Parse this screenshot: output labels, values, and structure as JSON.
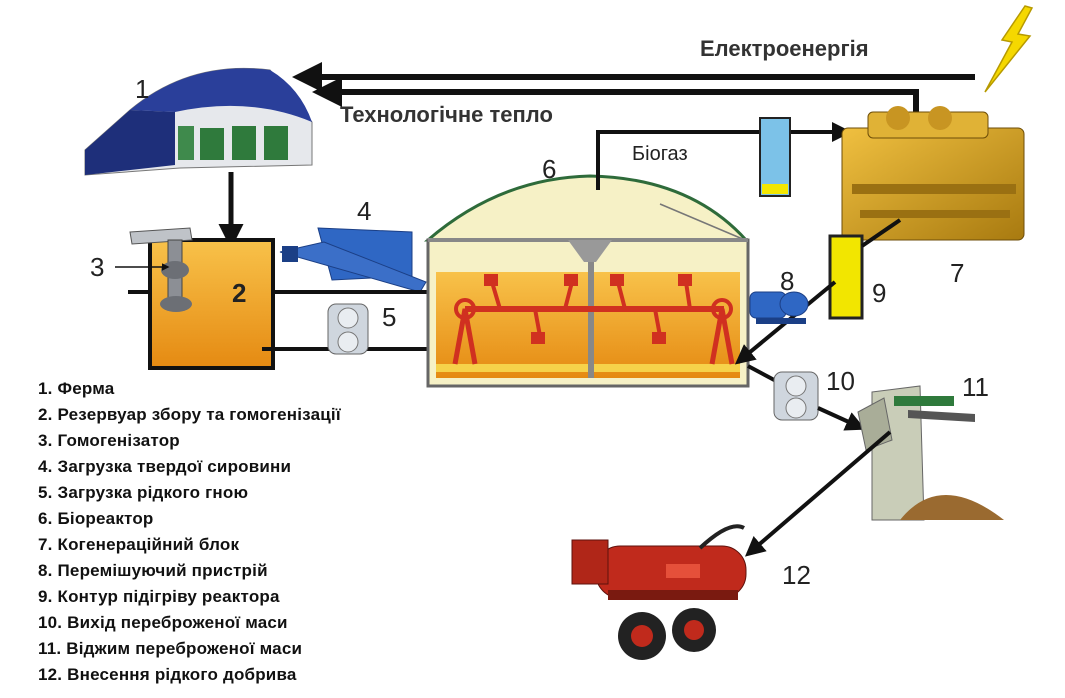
{
  "labels": {
    "n1": "1",
    "n2": "2",
    "n3": "3",
    "n4": "4",
    "n5": "5",
    "n6": "6",
    "n7": "7",
    "n8": "8",
    "n9": "9",
    "n10": "10",
    "n11": "11",
    "n12": "12"
  },
  "flows": {
    "electricity": "Електроенергія",
    "heat": "Технологічне тепло",
    "biogas": "Біогаз"
  },
  "legend": [
    "1. Ферма",
    "2. Резервуар збору та гомогенізації",
    "3. Гомогенізатор",
    "4. Загрузка твердої сировини",
    "5. Загрузка  рідкого гною",
    "6. Біореактор",
    "7. Когенераційний блок",
    "8. Перемішуючий пристрій",
    "9. Контур підігріву реактора",
    "10. Вихід переброженої маси",
    "11. Віджим переброженої маси",
    "12. Внесення рідкого добрива"
  ],
  "colors": {
    "slurry_orange": "#f0a52a",
    "dome_cream": "#f6f1c6",
    "engine_yellow": "#d9a21f",
    "heater_yellow": "#f2e600",
    "pipe_black": "#111111",
    "stirrer_red": "#d03020",
    "barn_blue": "#2a3f9a",
    "lightning_yellow": "#f5d800"
  }
}
